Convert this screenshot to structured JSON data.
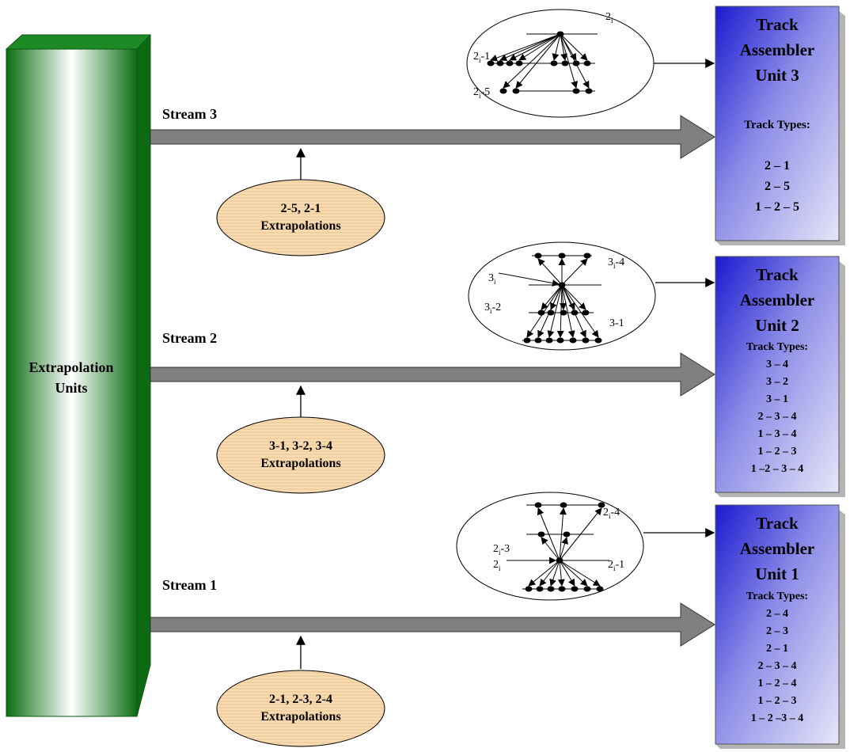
{
  "extrapolation_units": {
    "line1": "Extrapolation",
    "line2": "Units"
  },
  "streams": [
    {
      "label": "Stream 3",
      "extrap_line1": "2-5, 2-1",
      "extrap_line2": "Extrapolations"
    },
    {
      "label": "Stream 2",
      "extrap_line1": "3-1, 3-2, 3-4",
      "extrap_line2": "Extrapolations"
    },
    {
      "label": "Stream 1",
      "extrap_line1": "2-1, 2-3, 2-4",
      "extrap_line2": "Extrapolations"
    }
  ],
  "units": [
    {
      "line1": "Track",
      "line2": "Assembler",
      "line3": "Unit 3",
      "types_label": "Track Types:",
      "types": [
        "2 – 1",
        "2 – 5",
        "1 – 2 – 5"
      ]
    },
    {
      "line1": "Track",
      "line2": "Assembler",
      "line3": "Unit 2",
      "types_label": "Track Types:",
      "types": [
        "3 – 4",
        "3 – 2",
        "3 – 1",
        "2 – 3 – 4",
        "1 – 3 – 4",
        "1 – 2 – 3",
        "1 –2 – 3 – 4"
      ]
    },
    {
      "line1": "Track",
      "line2": "Assembler",
      "line3": "Unit 1",
      "types_label": "Track Types:",
      "types": [
        "2 – 4",
        "2 – 3",
        "2 – 1",
        "2 – 3 – 4",
        "1 – 2 – 4",
        "1 – 2 – 3",
        "1 – 2 –3 – 4"
      ]
    }
  ],
  "diagrams": {
    "d3": {
      "a_base": "2",
      "a_sub": "i",
      "a_suf": "",
      "b_base": "2",
      "b_sub": "i",
      "b_suf": "-1",
      "c_base": "2",
      "c_sub": "i",
      "c_suf": "-5"
    },
    "d2": {
      "a_base": "3",
      "a_sub": "i",
      "a_suf": "",
      "b_base": "3",
      "b_sub": "i",
      "b_suf": "-4",
      "c_base": "3",
      "c_sub": "i",
      "c_suf": "-2",
      "d_text": "3-1"
    },
    "d1": {
      "a_base": "2",
      "a_sub": "i",
      "a_suf": "-4",
      "b_base": "2",
      "b_sub": "i",
      "b_suf": "-3",
      "c_base": "2",
      "c_sub": "i",
      "c_suf": "",
      "d_base": "2",
      "d_sub": "i",
      "d_suf": "-1"
    }
  },
  "colors": {
    "green": "#0a7a14",
    "blue_dark": "#2020d8",
    "blue_light": "#dcdcf4",
    "ellipse_fill": "#f7d9b0",
    "arrow_gray": "#808080"
  }
}
